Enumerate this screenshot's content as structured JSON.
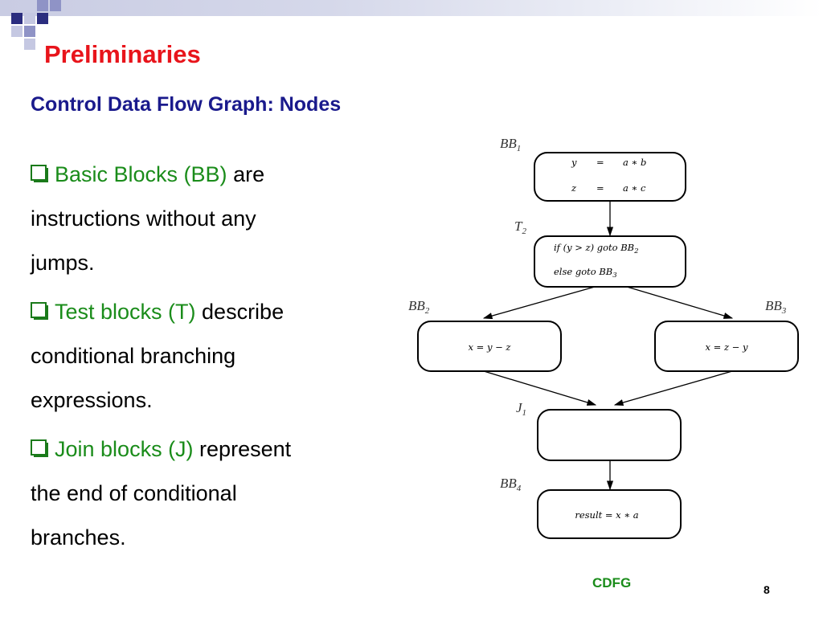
{
  "slide": {
    "title": "Preliminaries",
    "subtitle": "Control Data Flow Graph: Nodes",
    "footer_label": "CDFG",
    "page_number": "8",
    "colors": {
      "title": "#e8141b",
      "subtitle": "#1a1a8c",
      "term": "#1a8c1a",
      "footer": "#1a8c1a",
      "header_band": "#c9cce3"
    }
  },
  "bullets": [
    {
      "icon": "checkbox-bullet-icon",
      "term": "Basic Blocks (BB)",
      "text_first": " are",
      "lines": [
        "instructions without any",
        "jumps."
      ]
    },
    {
      "icon": "checkbox-bullet-icon",
      "term": "Test blocks (T)",
      "text_first": " describe",
      "lines": [
        "conditional branching",
        "expressions."
      ]
    },
    {
      "icon": "checkbox-bullet-icon",
      "term": "Join blocks (J)",
      "text_first": " represent",
      "lines": [
        "the end of conditional",
        "branches."
      ]
    }
  ],
  "diagram": {
    "nodes": [
      {
        "id": "bb1",
        "label": "BB",
        "sub": "1",
        "lines": [
          [
            "y",
            "=",
            "a ∗ b"
          ],
          [
            "z",
            "=",
            "a ∗ c"
          ]
        ]
      },
      {
        "id": "t2",
        "label": "T",
        "sub": "2",
        "lines": [
          "if (y > z) goto BB",
          "else goto BB"
        ],
        "line_subs": [
          "2",
          "3"
        ]
      },
      {
        "id": "bb2",
        "label": "BB",
        "sub": "2",
        "lines": [
          "x = y − z"
        ]
      },
      {
        "id": "bb3",
        "label": "BB",
        "sub": "3",
        "lines": [
          "x = z − y"
        ]
      },
      {
        "id": "j1",
        "label": "J",
        "sub": "1",
        "lines": []
      },
      {
        "id": "bb4",
        "label": "BB",
        "sub": "4",
        "lines": [
          "result = x ∗ a"
        ]
      }
    ],
    "edges": [
      {
        "from": "bb1",
        "to": "t2"
      },
      {
        "from": "t2",
        "to": "bb2"
      },
      {
        "from": "t2",
        "to": "bb3"
      },
      {
        "from": "bb2",
        "to": "j1"
      },
      {
        "from": "bb3",
        "to": "j1"
      },
      {
        "from": "j1",
        "to": "bb4"
      }
    ]
  }
}
